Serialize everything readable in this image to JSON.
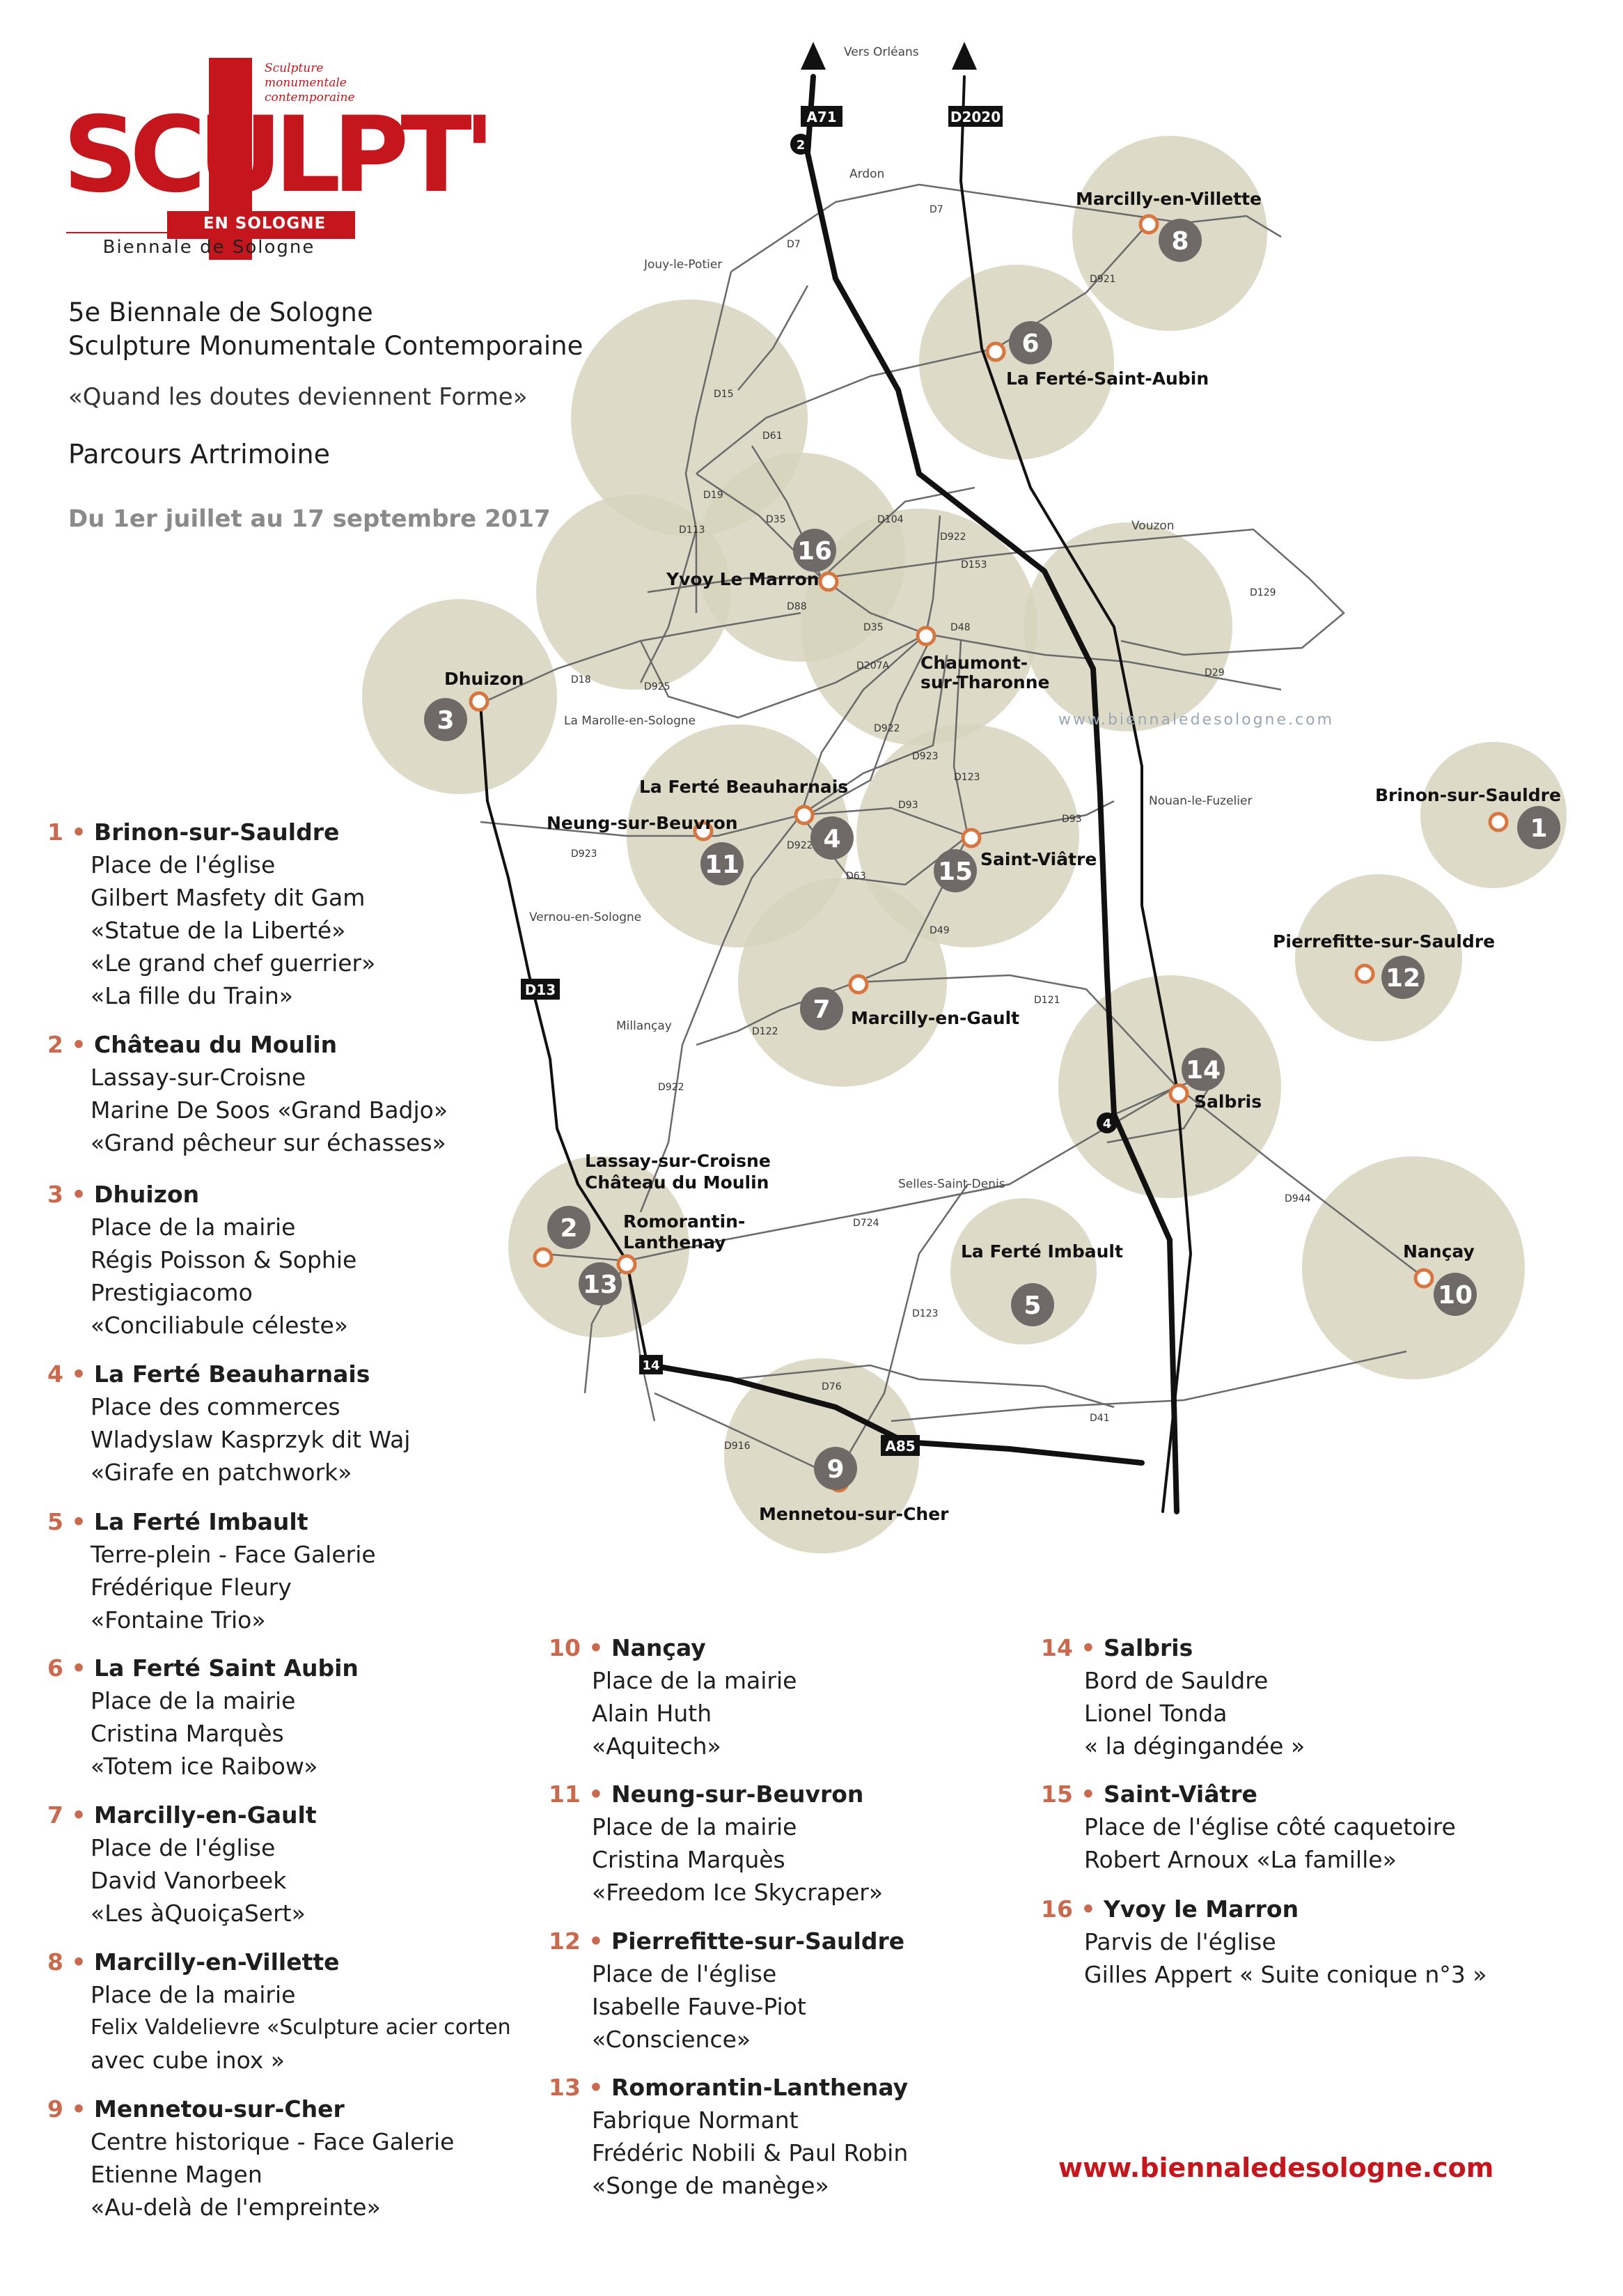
{
  "logo": {
    "word": "SCULPT'",
    "sub_lines": [
      "Sculpture",
      "monumentale",
      "contemporaine"
    ],
    "band": "EN SOLOGNE",
    "biennale": "Biennale de Sologne"
  },
  "header": {
    "title_line1": "5e Biennale de Sologne",
    "title_line2": "Sculpture Monumentale Contemporaine",
    "quote": "«Quand les doutes deviennent Forme»",
    "parcours": "Parcours Artrimoine",
    "dates": "Du 1er juillet  au 17 septembre 2017"
  },
  "map": {
    "direction": "Vers Orléans",
    "places": {
      "marcilly_villette": "Marcilly-en-Villette",
      "ferte_st_aubin": "La Ferté-Saint-Aubin",
      "yvoy": "Yvoy Le Marron",
      "chaumont_1": "Chaumont-",
      "chaumont_2": "sur-Tharonne",
      "dhuizon": "Dhuizon",
      "ferte_beauharnais": "La Ferté Beauharnais",
      "neung": "Neung-sur-Beuvron",
      "st_viatre": "Saint-Viâtre",
      "brinon": "Brinon-sur-Sauldre",
      "pierrefitte": "Pierrefitte-sur-Sauldre",
      "marcilly_gault": "Marcilly-en-Gault",
      "salbris": "Salbris",
      "lassay_1": "Lassay-sur-Croisne",
      "lassay_2": "Château du Moulin",
      "romorantin_1": "Romorantin-",
      "romorantin_2": "Lanthenay",
      "ferte_imbault": "La Ferté Imbault",
      "nancay": "Nançay",
      "mennetou": "Mennetou-sur-Cher"
    },
    "villages": {
      "ardon": "Ardon",
      "jouy": "Jouy-le-Potier",
      "vouzon": "Vouzon",
      "marolle": "La Marolle-en-Sologne",
      "nouan": "Nouan-le-Fuzelier",
      "vernou": "Vernou-en-Sologne",
      "millancay": "Millançay",
      "selles": "Selles-Saint-Denis",
      "website_faded": "www.biennaledesologne.com"
    },
    "roads": {
      "a71": "A71",
      "d2020": "D2020",
      "d13": "D13",
      "a85": "A85",
      "d7a": "D7",
      "d7b": "D7",
      "d921": "D921",
      "d15": "D15",
      "d61": "D61",
      "d19": "D19",
      "d35a": "D35",
      "d104": "D104",
      "d922a": "D922",
      "d153": "D153",
      "d113": "D113",
      "d88": "D88",
      "d35b": "D35",
      "d48": "D48",
      "d129": "D129",
      "d18": "D18",
      "d925": "D925",
      "d207a": "D207A",
      "d29": "D29",
      "d922b": "D922",
      "d923a": "D923",
      "d123a": "D123",
      "d93a": "D93",
      "d93b": "D93",
      "d922c": "D922",
      "d923b": "D923",
      "d63": "D63",
      "d49": "D49",
      "d121": "D121",
      "d122": "D122",
      "d922d": "D922",
      "d944": "D944",
      "d724": "D724",
      "d123b": "D123",
      "d76": "D76",
      "d916": "D916",
      "d41": "D41"
    },
    "exits": {
      "e2": "2",
      "e4": "4",
      "e14": "14"
    },
    "numbers": {
      "n1": "1",
      "n2": "2",
      "n3": "3",
      "n4": "4",
      "n5": "5",
      "n6": "6",
      "n7": "7",
      "n8": "8",
      "n9": "9",
      "n10": "10",
      "n11": "11",
      "n12": "12",
      "n13": "13",
      "n14": "14",
      "n15": "15",
      "n16": "16"
    },
    "colors": {
      "circle_fill": "#d6d3bc",
      "marker_fill": "#6f6968",
      "town_ring": "#d9763f",
      "road": "#6a6a6a",
      "motorway": "#111111"
    }
  },
  "entries": [
    {
      "num": "1",
      "head": "Brinon-sur-Sauldre",
      "lines": [
        "Place de l'église",
        "Gilbert Masfety dit Gam",
        "«Statue de la Liberté»",
        "«Le grand chef guerrier»",
        "«La fille du Train»"
      ]
    },
    {
      "num": "2",
      "head": "Château du Moulin",
      "lines": [
        "Lassay-sur-Croisne",
        "Marine De Soos «Grand Badjo»",
        "«Grand pêcheur sur échasses»"
      ]
    },
    {
      "num": "3",
      "head": "Dhuizon",
      "lines": [
        "Place de la mairie",
        "Régis Poisson & Sophie",
        "Prestigiacomo",
        "«Conciliabule céleste»"
      ]
    },
    {
      "num": "4",
      "head": "La Ferté Beauharnais",
      "lines": [
        "Place des commerces",
        "Wladyslaw Kasprzyk dit Waj",
        "«Girafe en patchwork»"
      ]
    },
    {
      "num": "5",
      "head": "La Ferté Imbault",
      "lines": [
        "Terre-plein - Face Galerie",
        "Frédérique Fleury",
        "«Fontaine Trio»"
      ]
    },
    {
      "num": "6",
      "head": "La Ferté Saint Aubin",
      "lines": [
        "Place de la mairie",
        "Cristina Marquès",
        "«Totem ice Raibow»"
      ]
    },
    {
      "num": "7",
      "head": "Marcilly-en-Gault",
      "lines": [
        "Place de l'église",
        "David Vanorbeek",
        "«Les àQuoiçaSert»"
      ]
    },
    {
      "num": "8",
      "head": "Marcilly-en-Villette",
      "lines": [
        "Place de la mairie",
        "Felix Valdelievre «Sculpture acier corten",
        "avec cube inox »"
      ]
    },
    {
      "num": "9",
      "head": "Mennetou-sur-Cher",
      "lines": [
        "Centre historique - Face Galerie",
        "Etienne Magen",
        "«Au-delà de l'empreinte»"
      ]
    },
    {
      "num": "10",
      "head": "Nançay",
      "lines": [
        "Place de la mairie",
        "Alain Huth",
        "«Aquitech»"
      ]
    },
    {
      "num": "11",
      "head": "Neung-sur-Beuvron",
      "lines": [
        "Place de la mairie",
        "Cristina Marquès",
        "«Freedom Ice Skycraper»"
      ]
    },
    {
      "num": "12",
      "head": "Pierrefitte-sur-Sauldre",
      "lines": [
        "Place de l'église",
        "Isabelle Fauve-Piot",
        "«Conscience»"
      ]
    },
    {
      "num": "13",
      "head": "Romorantin-Lanthenay",
      "lines": [
        "Fabrique Normant",
        "Frédéric Nobili & Paul Robin",
        "«Songe de manège»"
      ]
    },
    {
      "num": "14",
      "head": "Salbris",
      "lines": [
        "Bord de Sauldre",
        "Lionel Tonda",
        "« la dégingandée »"
      ]
    },
    {
      "num": "15",
      "head": "Saint-Viâtre",
      "lines": [
        "Place de l'église côté caquetoire",
        "Robert Arnoux «La famille»"
      ]
    },
    {
      "num": "16",
      "head": "Yvoy le Marron",
      "lines": [
        "Parvis  de l'église",
        "Gilles Appert « Suite conique n°3 »"
      ]
    }
  ],
  "website": "www.biennaledesologne.com"
}
